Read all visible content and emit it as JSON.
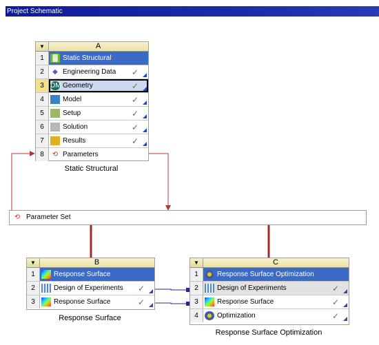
{
  "window": {
    "title": "Project Schematic"
  },
  "systems": [
    {
      "letter": "A",
      "caption": "Static Structural",
      "rows": [
        {
          "num": "1",
          "label": "Static Structural",
          "icon": "static-structural-icon",
          "check": ""
        },
        {
          "num": "2",
          "label": "Engineering Data",
          "icon": "engineering-data-icon",
          "check": "✓"
        },
        {
          "num": "3",
          "label": "Geometry",
          "icon": "geometry-icon",
          "check": "✓"
        },
        {
          "num": "4",
          "label": "Model",
          "icon": "model-icon",
          "check": "✓"
        },
        {
          "num": "5",
          "label": "Setup",
          "icon": "setup-icon",
          "check": "✓"
        },
        {
          "num": "6",
          "label": "Solution",
          "icon": "solution-icon",
          "check": "✓"
        },
        {
          "num": "7",
          "label": "Results",
          "icon": "results-icon",
          "check": "✓"
        },
        {
          "num": "8",
          "label": "Parameters",
          "icon": "parameters-icon",
          "check": ""
        }
      ]
    },
    {
      "letter": "B",
      "caption": "Response Surface",
      "rows": [
        {
          "num": "1",
          "label": "Response Surface",
          "icon": "response-surface-icon",
          "check": ""
        },
        {
          "num": "2",
          "label": "Design of Experiments",
          "icon": "design-of-experiments-icon",
          "check": "✓"
        },
        {
          "num": "3",
          "label": "Response Surface",
          "icon": "response-surface-icon",
          "check": "✓"
        }
      ]
    },
    {
      "letter": "C",
      "caption": "Response Surface Optimization",
      "rows": [
        {
          "num": "1",
          "label": "Response Surface Optimization",
          "icon": "optimization-icon",
          "check": ""
        },
        {
          "num": "2",
          "label": "Design of Experiments",
          "icon": "design-of-experiments-icon",
          "check": "✓"
        },
        {
          "num": "3",
          "label": "Response Surface",
          "icon": "response-surface-icon",
          "check": "✓"
        },
        {
          "num": "4",
          "label": "Optimization",
          "icon": "optimization-icon",
          "check": "✓"
        }
      ]
    }
  ],
  "parameter_set": {
    "label": "Parameter Set",
    "icon": "parameter-set-icon"
  },
  "colors": {
    "title_bar": "#1b2aa6",
    "system_title_row": "#3b6bc9",
    "selected_row": "#cdd7ef",
    "parameter_link": "#b03a3a",
    "data_link": "#1f2a8a",
    "checkmark": "#3f8a2a"
  }
}
